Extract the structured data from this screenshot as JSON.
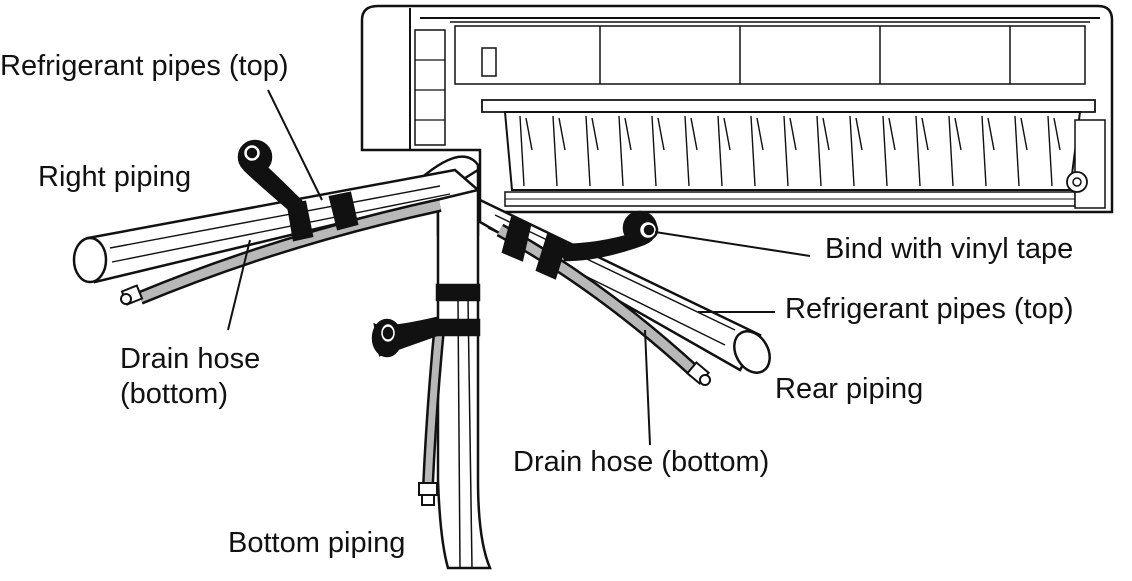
{
  "labels": {
    "refrigerant_right": "Refrigerant pipes (top)",
    "right_piping": "Right piping",
    "drain_right_line1": "Drain hose",
    "drain_right_line2": "(bottom)",
    "bind_tape": "Bind with vinyl tape",
    "refrigerant_rear": "Refrigerant pipes (top)",
    "rear_piping": "Rear piping",
    "drain_rear": "Drain hose (bottom)",
    "bottom_piping": "Bottom piping"
  },
  "colors": {
    "ink": "#111111",
    "hose": "#b8b8b8",
    "tape": "#111111",
    "paper": "#ffffff"
  }
}
